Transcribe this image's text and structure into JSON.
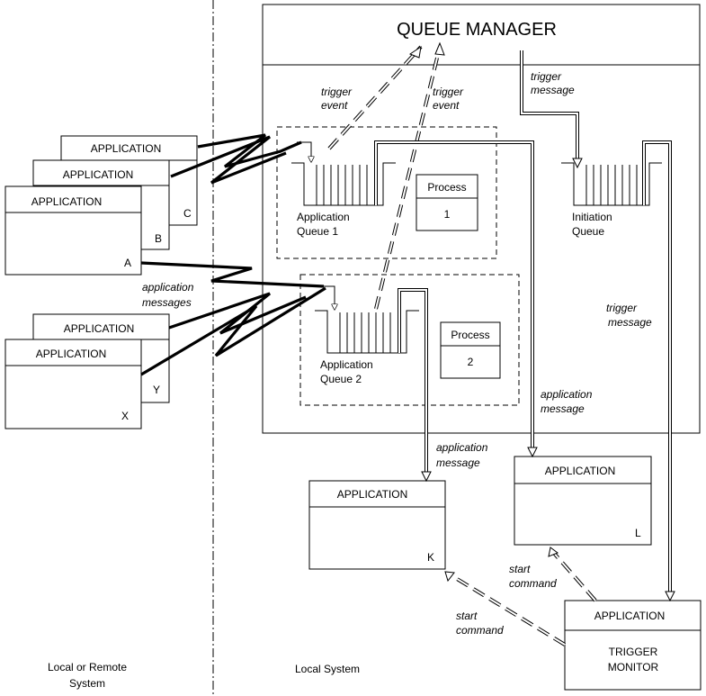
{
  "queue_manager": {
    "title": "QUEUE MANAGER"
  },
  "labels": {
    "trigger_event": [
      "trigger",
      "event"
    ],
    "trigger_message": [
      "trigger",
      "message"
    ],
    "application_message": [
      "application",
      "message"
    ],
    "application_messages": [
      "application",
      "messages"
    ],
    "start_command": [
      "start",
      "command"
    ]
  },
  "queues": {
    "app_queue_1": [
      "Application",
      "Queue 1"
    ],
    "app_queue_2": [
      "Application",
      "Queue 2"
    ],
    "initiation": [
      "Initiation",
      "Queue"
    ]
  },
  "processes": [
    {
      "title": "Process",
      "number": "1"
    },
    {
      "title": "Process",
      "number": "2"
    }
  ],
  "applications": {
    "generic": "APPLICATION",
    "letters": {
      "a": "A",
      "b": "B",
      "c": "C",
      "x": "X",
      "y": "Y",
      "k": "K",
      "l": "L"
    },
    "trigger_monitor": [
      "TRIGGER",
      "MONITOR"
    ]
  },
  "regions": {
    "left": [
      "Local or Remote",
      "System"
    ],
    "right": "Local System"
  }
}
